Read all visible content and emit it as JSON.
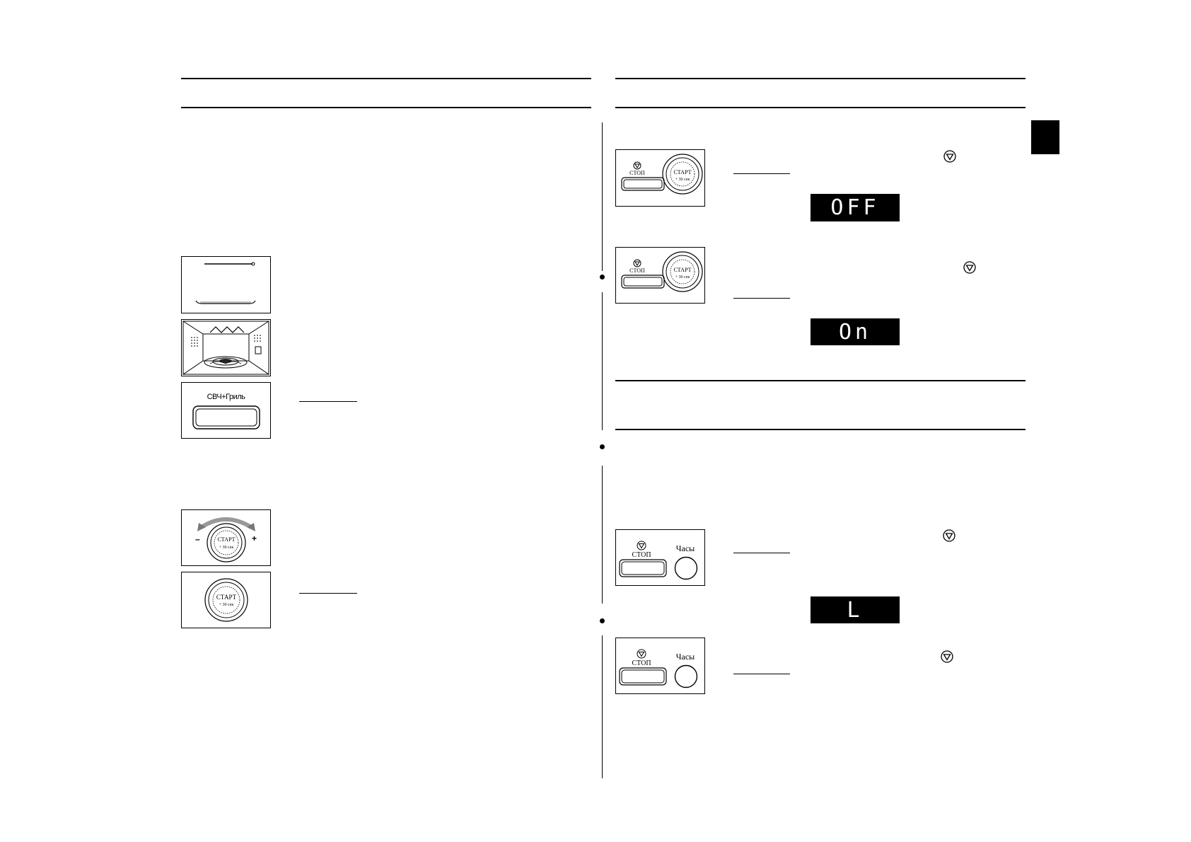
{
  "figures": {
    "grill_mode_label": "СВЧ+Гриль",
    "start_label": "СТАРТ",
    "start_sublabel": "+ 30 сек",
    "dial_minus": "–",
    "dial_plus": "+",
    "stop_label": "СТОП",
    "clock_label": "Часы"
  },
  "displays": {
    "beep_off": "OFF",
    "beep_on": "On",
    "child_lock": "L"
  },
  "colors": {
    "ink": "#000000",
    "paper": "#ffffff",
    "display_bg": "#000000",
    "display_text": "#ffffff"
  },
  "icons": [
    "stop-icon"
  ]
}
